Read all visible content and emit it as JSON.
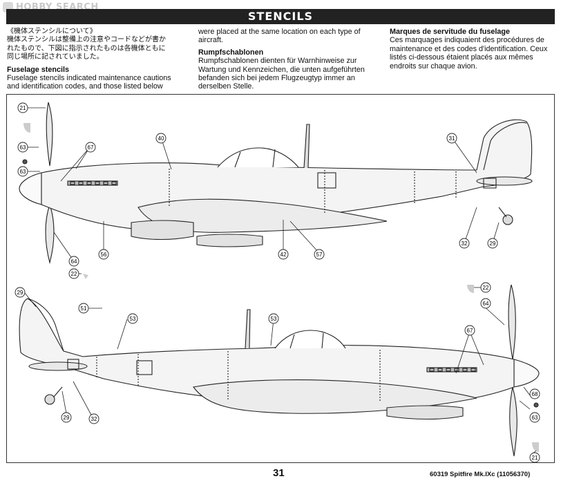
{
  "watermark": {
    "text": "HOBBY SEARCH"
  },
  "title": "STENCILS",
  "col1": {
    "jp_heading": "《機体ステンシルについて》",
    "jp_lines": [
      "機体ステンシルは整備上の注意やコードなどが書か",
      "れたもので、下図に指示されたものは各機体ともに",
      "同じ場所に記されていました。"
    ],
    "en_heading": "Fuselage stencils",
    "en_lines": [
      "Fuselage stencils indicated maintenance cautions",
      "and identification codes, and those listed below"
    ]
  },
  "col2": {
    "en_lines": [
      "were placed at the same location on each type of",
      "aircraft."
    ],
    "de_heading": "Rumpfschablonen",
    "de_lines": [
      "Rumpfschablonen dienten für Warnhinweise zur",
      "Wartung und Kennzeichen, die unten aufgeführten",
      "befanden sich bei jedem Flugzeugtyp immer an",
      "derselben Stelle."
    ]
  },
  "col3": {
    "fr_heading": "Marques de servitude du fuselage",
    "fr_lines": [
      "Ces marquages indiquaient des procédures de",
      "maintenance et des codes d'identification. Ceux",
      "listés ci-dessous étaient placés aux mêmes",
      "endroits sur chaque avion."
    ]
  },
  "callouts_top": [
    "21",
    "63",
    "63",
    "67",
    "40",
    "31",
    "56",
    "64",
    "22",
    "42",
    "57",
    "32",
    "29"
  ],
  "callouts_bottom": [
    "29",
    "51",
    "53",
    "53",
    "22",
    "64",
    "67",
    "68",
    "63",
    "21",
    "29",
    "32"
  ],
  "footer": {
    "page_number": "31",
    "code": "60319 Spitfire Mk.IXc (11056370)"
  }
}
